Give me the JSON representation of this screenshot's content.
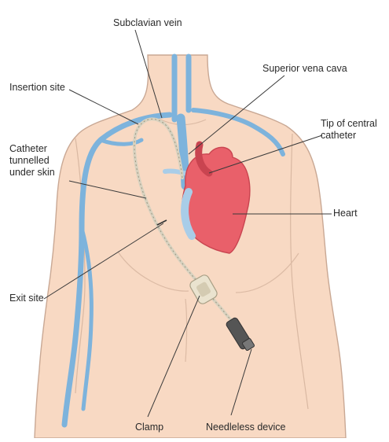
{
  "labels": {
    "subclavian_vein": "Subclavian vein",
    "superior_vena_cava": "Superior vena cava",
    "insertion_site": "Insertion site",
    "catheter_tunnelled": "Catheter tunnelled under skin",
    "tip_of_central_catheter": "Tip of central catheter",
    "heart": "Heart",
    "exit_site": "Exit site",
    "clamp": "Clamp",
    "needleless_device": "Needleless device"
  },
  "colors": {
    "skin": "#f8d9c3",
    "skin_outline": "#c9a894",
    "vein": "#7db3dc",
    "vein_light": "#a9cde8",
    "heart": "#e9606a",
    "heart_dark": "#c94450",
    "catheter": "#d8d2c0",
    "leader": "#3a3a3a"
  }
}
